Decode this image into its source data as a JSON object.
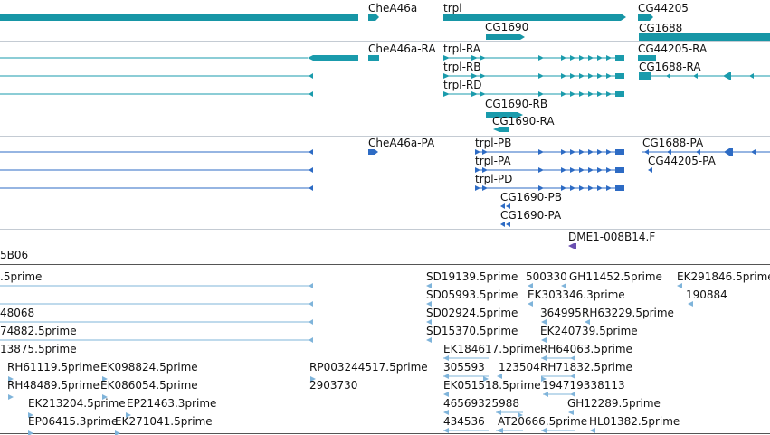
{
  "colors": {
    "gene": "#1796a6",
    "transcript_teal": "#1a9bac",
    "transcript_blue": "#2d6bc4",
    "oligo": "#6a4fb0",
    "est": "#7fb4da",
    "divider": "#9aa6b2",
    "track_border": "#444444"
  },
  "gene_track": {
    "labels": [
      "CheA46a",
      "trpl",
      "CG1690",
      "CG44205",
      "CG1688"
    ]
  },
  "transcript_track_1": {
    "labels": [
      "CheA46a-RA",
      "trpl-RA",
      "trpl-RB",
      "trpl-RD",
      "CG1690-RB",
      "CG1690-RA",
      "CG44205-RA",
      "CG1688-RA"
    ]
  },
  "transcript_track_2": {
    "labels": [
      "CheA46a-PA",
      "trpl-PB",
      "trpl-PA",
      "trpl-PD",
      "CG1690-PB",
      "CG1690-PA",
      "CG1688-PA",
      "CG44205-PA"
    ]
  },
  "oligo_track": {
    "labels": [
      "5B06",
      "DME1-008B14.F"
    ]
  },
  "est_track": {
    "labels": [
      ".5prime",
      "SD19139.5prime",
      "500330",
      "GH11452.5prime",
      "EK291846.5prime",
      "SD05993.5prime",
      "EK303346.3prime",
      "190884",
      "48068",
      "SD02924.5prime",
      "364995",
      "RH63229.5prime",
      "74882.5prime",
      "SD15370.5prime",
      "EK240739.5prime",
      "13875.5prime",
      "EK184617.5prime",
      "RH64063.5prime",
      "RH61119.5prime",
      "EK098824.5prime",
      "RP003244517.5prime",
      "305593",
      "123504",
      "RH71832.5prime",
      "RH48489.5prime",
      "EK086054.5prime",
      "2903730",
      "EK051518.5prime",
      "194719338113",
      "EK213204.5prime",
      "EP21463.3prime",
      "46569325988",
      "GH12289.5prime",
      "EP06415.3prime",
      "EK271041.5prime",
      "434536",
      "AT20666.5prime",
      "HL01382.5prime"
    ]
  }
}
